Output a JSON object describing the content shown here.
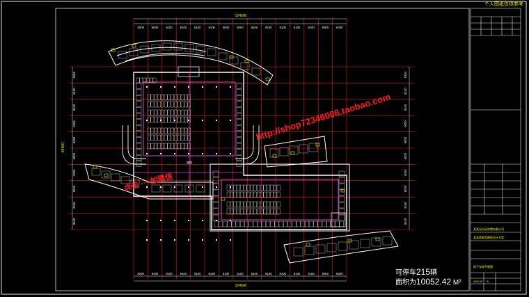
{
  "header": {
    "top_note": "个人图纸仅供参考"
  },
  "drawing": {
    "overall_dim_top": "124500",
    "overall_dim_bottom": "124500",
    "overall_dim_left": "84000",
    "col_spacings_top": [
      "6000",
      "6000",
      "8100",
      "8100",
      "8100",
      "8100",
      "6000",
      "6000",
      "8100",
      "8100",
      "8100",
      "8100",
      "8100",
      "6000",
      "6000"
    ],
    "col_spacings_bottom": [
      "6000",
      "8400",
      "8100",
      "8100",
      "8100",
      "8100",
      "8100",
      "8100",
      "8100",
      "8100",
      "8100",
      "8100",
      "8100",
      "6000",
      "6000"
    ],
    "row_spacings_left": [
      "8100",
      "8100",
      "8100",
      "6000",
      "6000",
      "6000",
      "6000",
      "6000",
      "8100",
      "8100"
    ],
    "row_spacings_right": [
      "8100",
      "8100",
      "8100",
      "6000",
      "6000",
      "6000",
      "6000",
      "6000",
      "8100",
      "8100"
    ],
    "ramp_label": "坡道"
  },
  "stats": {
    "parking_label": "可停车",
    "parking_value": "215",
    "parking_unit": "辆",
    "area_label": "面积为",
    "area_value": "10052.42",
    "area_unit": "M²"
  },
  "watermarks": {
    "url": "http://shop72346008.taobao.com",
    "left": "点击 ··· 加微信"
  },
  "title_block": {
    "company": "某某设计研究院有限公司",
    "project": "某某养老院建筑设计方案",
    "drawing_title": "地下车库平面图",
    "date": "2015.05",
    "sheet_no": "01"
  },
  "colors": {
    "frame": "#e8e8e8",
    "grid": "#e02020",
    "wall": "#ffffff",
    "walkway": "#d04ad0",
    "accent": "#ffff00",
    "watermark": "#ff1e1e"
  }
}
